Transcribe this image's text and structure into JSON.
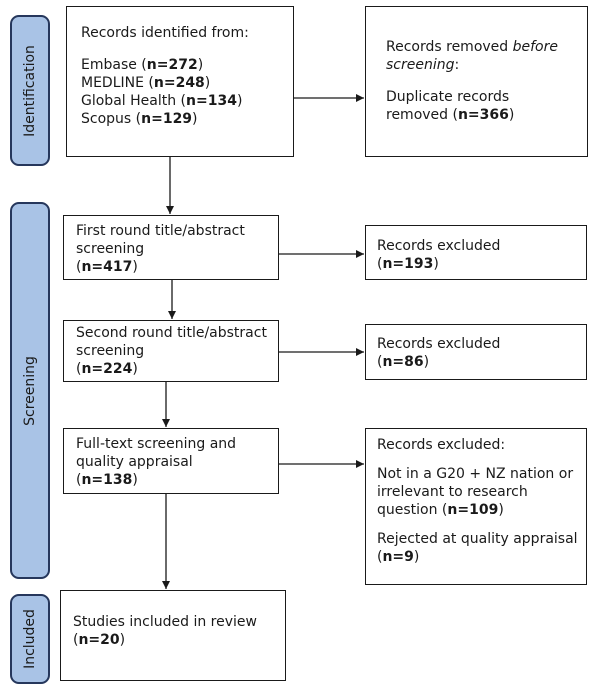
{
  "phases": {
    "identification": "Identification",
    "screening": "Screening",
    "included": "Included"
  },
  "identified": {
    "heading": "Records identified from:",
    "sources": [
      {
        "name": "Embase",
        "n": "n=272"
      },
      {
        "name": "MEDLINE",
        "n": "n=248"
      },
      {
        "name": "Global Health",
        "n": "n=134"
      },
      {
        "name": "Scopus",
        "n": "n=129"
      }
    ]
  },
  "removed": {
    "heading_pre": "Records removed ",
    "heading_em": "before",
    "heading_em2": "screening",
    "heading_post": ":",
    "line1": "Duplicate records",
    "line2_pre": "removed (",
    "n": "n=366",
    "line2_post": ")"
  },
  "round1": {
    "line1": "First round title/abstract",
    "line2": "screening",
    "n": "n=417"
  },
  "excluded1": {
    "heading": "Records excluded",
    "n": "n=193"
  },
  "round2": {
    "line1": "Second round title/abstract",
    "line2": "screening",
    "n": "n=224"
  },
  "excluded2": {
    "heading": "Records excluded",
    "n": "n=86"
  },
  "fulltext": {
    "line1": "Full-text screening and",
    "line2": "quality appraisal",
    "n": "n=138"
  },
  "excluded3": {
    "heading": "Records excluded:",
    "reason1_line1": "Not in a G20 + NZ nation or",
    "reason1_line2": "irrelevant to research",
    "reason1_line3": "question (",
    "reason1_n": "n=109",
    "reason2_line1": "Rejected at quality appraisal",
    "reason2_n": "n=9"
  },
  "included": {
    "line1": "Studies included in review",
    "n": "n=20"
  }
}
